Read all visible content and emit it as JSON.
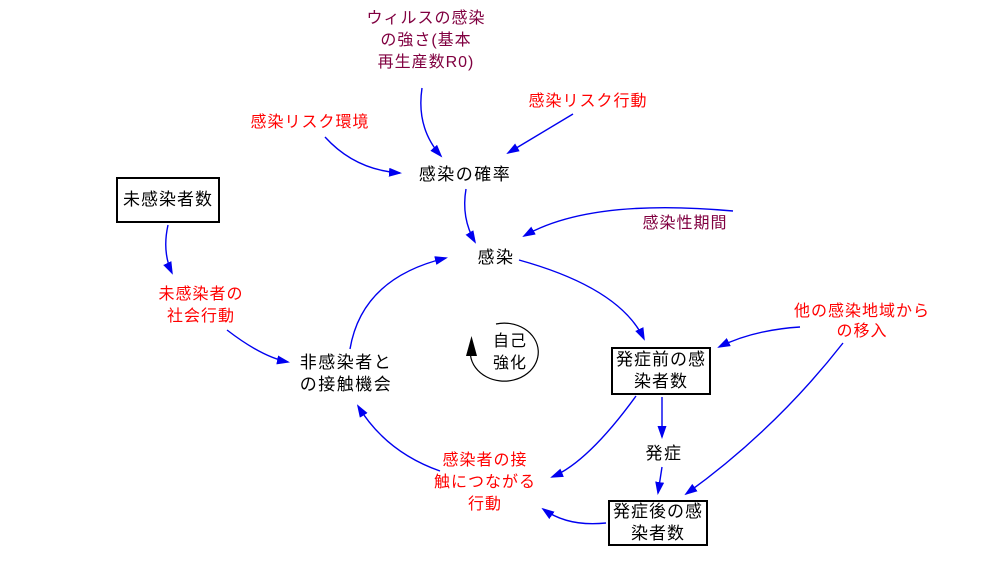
{
  "colors": {
    "arrow_blue": "#0000f0",
    "text_red": "#ff0000",
    "text_purple": "#800040",
    "text_black": "#000000"
  },
  "nodes": {
    "virus_strength": {
      "lines": [
        "ウィルスの感染",
        "の強さ(基本",
        "再生産数R0)"
      ]
    },
    "risk_environment": {
      "label": "感染リスク環境"
    },
    "risk_behavior": {
      "label": "感染リスク行動"
    },
    "infection_probability": {
      "label": "感染の確率"
    },
    "infection": {
      "label": "感染"
    },
    "infectious_period": {
      "label": "感染性期間"
    },
    "uninfected_count": {
      "label": "未感染者数"
    },
    "uninfected_social_behavior": {
      "lines": [
        "未感染者の",
        "社会行動"
      ]
    },
    "contact_opportunity": {
      "lines": [
        "非感染者と",
        "の接触機会"
      ]
    },
    "self_reinforcing": {
      "lines": [
        "自己",
        "強化"
      ]
    },
    "pre_onset_count": {
      "lines": [
        "発症前の感",
        "染者数"
      ]
    },
    "import_from_other_regions": {
      "lines": [
        "他の感染地域から",
        "の移入"
      ]
    },
    "onset": {
      "label": "発症"
    },
    "post_onset_count": {
      "lines": [
        "発症後の感",
        "染者数"
      ]
    },
    "infected_contact_behavior": {
      "lines": [
        "感染者の接",
        "触につながる",
        "行動"
      ]
    }
  }
}
